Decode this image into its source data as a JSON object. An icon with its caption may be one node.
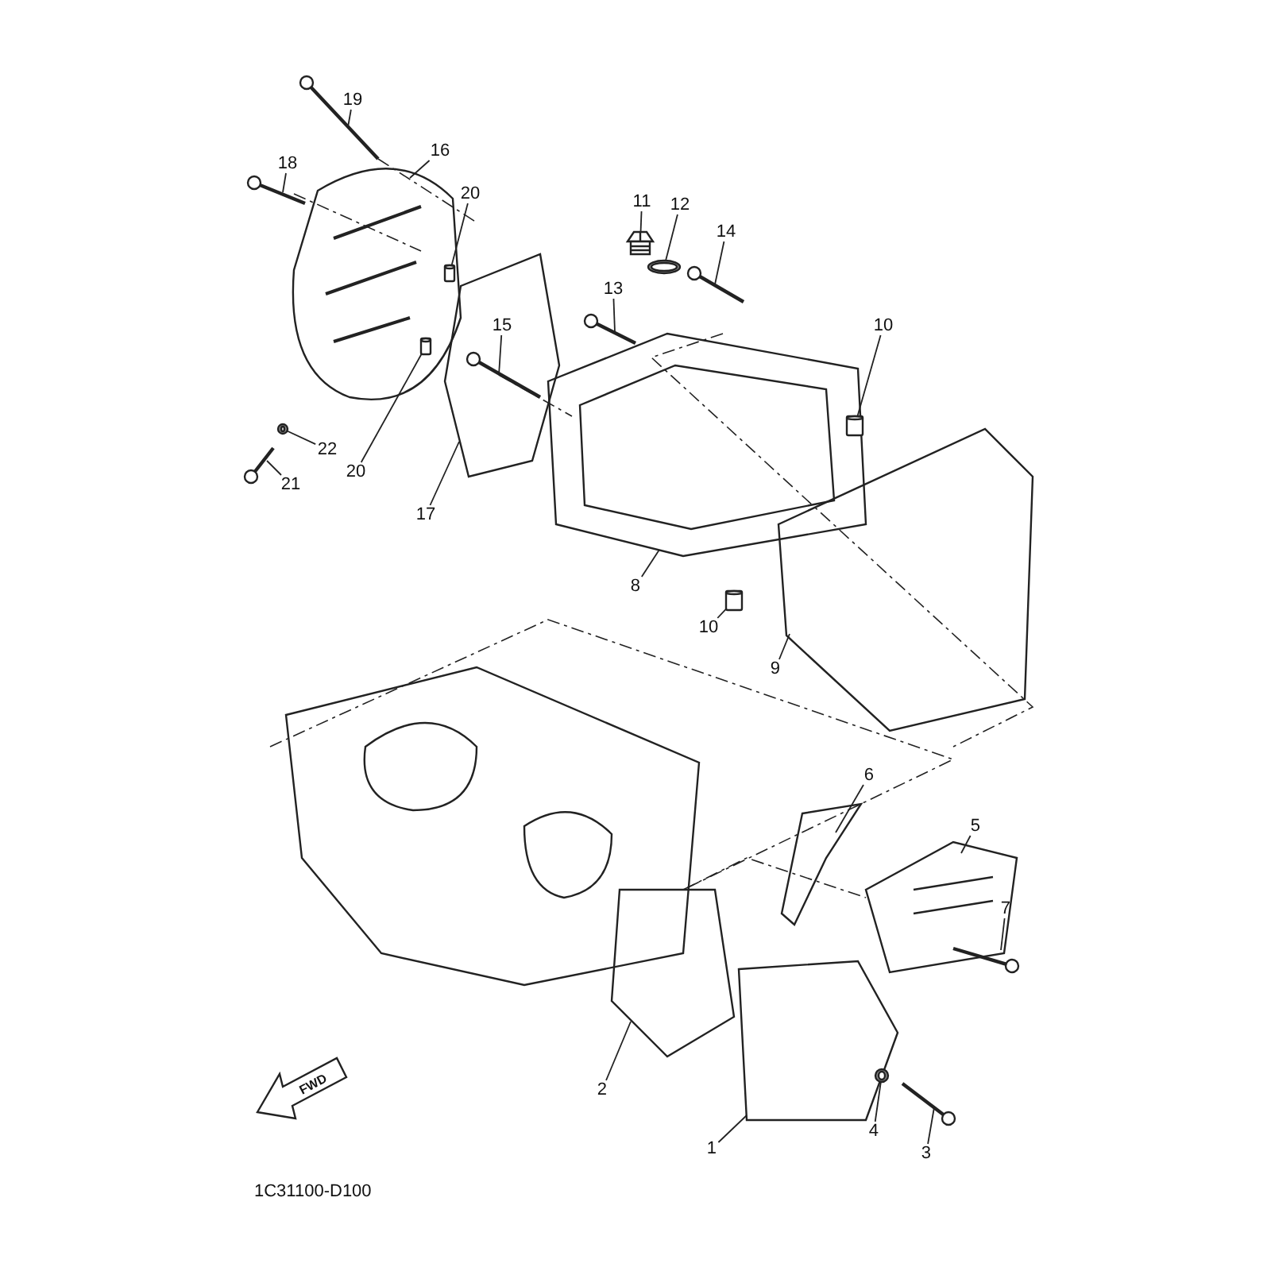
{
  "diagram": {
    "nodes": [
      {
        "text": [
          "19"
        ]
      },
      {
        "text": [
          "16"
        ]
      },
      {
        "text": [
          "18"
        ]
      },
      {
        "text": [
          "20"
        ]
      },
      {
        "text": [
          "11"
        ]
      },
      {
        "text": [
          "12"
        ]
      },
      {
        "text": [
          "14"
        ]
      },
      {
        "text": [
          "13"
        ]
      },
      {
        "text": [
          "15"
        ]
      },
      {
        "text": [
          "10"
        ]
      },
      {
        "text": [
          "22"
        ]
      },
      {
        "text": [
          "20"
        ]
      },
      {
        "text": [
          "21"
        ]
      },
      {
        "text": [
          "17"
        ]
      },
      {
        "text": [
          "8"
        ]
      },
      {
        "text": [
          "10"
        ]
      },
      {
        "text": [
          "9"
        ]
      },
      {
        "text": [
          "6"
        ]
      },
      {
        "text": [
          "5"
        ]
      },
      {
        "text": [
          "7"
        ]
      },
      {
        "text": [
          "2"
        ]
      },
      {
        "text": [
          "1"
        ]
      },
      {
        "text": [
          "4"
        ]
      },
      {
        "text": [
          "3"
        ]
      },
      {
        "text": [],
        "shape": "picture"
      },
      {
        "text": [],
        "shape": "picture"
      },
      {
        "text": [],
        "shape": "picture"
      },
      {
        "text": [],
        "shape": "picture"
      },
      {
        "text": [],
        "shape": "picture"
      },
      {
        "text": [],
        "shape": "picture"
      },
      {
        "text": [],
        "shape": "picture"
      },
      {
        "text": [],
        "shape": "picture"
      }
    ],
    "edges": [
      {
        "from": 0,
        "to": null,
        "arrow": "none"
      },
      {
        "from": 1,
        "to": null,
        "arrow": "none"
      },
      {
        "from": 2,
        "to": null,
        "arrow": "none"
      },
      {
        "from": 3,
        "to": 24,
        "arrow": "none"
      },
      {
        "from": 4,
        "to": 25,
        "arrow": "none"
      },
      {
        "from": 5,
        "to": 26,
        "arrow": "none"
      },
      {
        "from": 6,
        "to": null,
        "arrow": "none"
      },
      {
        "from": 7,
        "to": null,
        "arrow": "none"
      },
      {
        "from": 8,
        "to": null,
        "arrow": "none"
      },
      {
        "from": 9,
        "to": 27,
        "arrow": "none"
      },
      {
        "from": 10,
        "to": 28,
        "arrow": "none"
      },
      {
        "from": 11,
        "to": 29,
        "arrow": "none"
      },
      {
        "from": 12,
        "to": null,
        "arrow": "none"
      },
      {
        "from": 13,
        "to": null,
        "arrow": "none"
      },
      {
        "from": 14,
        "to": null,
        "arrow": "none"
      },
      {
        "from": 15,
        "to": 30,
        "arrow": "none"
      },
      {
        "from": 16,
        "to": null,
        "arrow": "none"
      },
      {
        "from": 17,
        "to": null,
        "arrow": "none"
      },
      {
        "from": 18,
        "to": null,
        "arrow": "none"
      },
      {
        "from": 19,
        "to": null,
        "arrow": "none"
      },
      {
        "from": 20,
        "to": null,
        "arrow": "none"
      },
      {
        "from": 21,
        "to": null,
        "arrow": "none"
      },
      {
        "from": 22,
        "to": 31,
        "arrow": "none"
      },
      {
        "from": 23,
        "to": null,
        "arrow": "none"
      }
    ],
    "labels": [
      "FWD",
      "1C31100-D100"
    ]
  }
}
